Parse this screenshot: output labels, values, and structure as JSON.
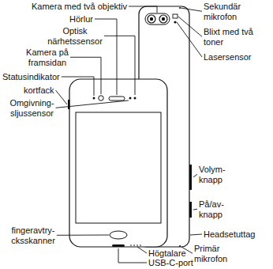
{
  "diagram": {
    "labels": [
      "Kamera med två objektiv",
      "Hörlur",
      "Optisk närhetssensor",
      "Kamera på framsidan",
      "Statusindikator",
      "kortfack",
      "Omgivning- sljussensor",
      "Sekundär mikrofon",
      "Blixt med två toner",
      "Lasersensor",
      "Volym- knapp",
      "På/av- knapp",
      "Headsetuttag",
      "Primär mikrofon",
      "fingeravtry- cksskanner",
      "Högtalare",
      "USB-C-port"
    ]
  }
}
